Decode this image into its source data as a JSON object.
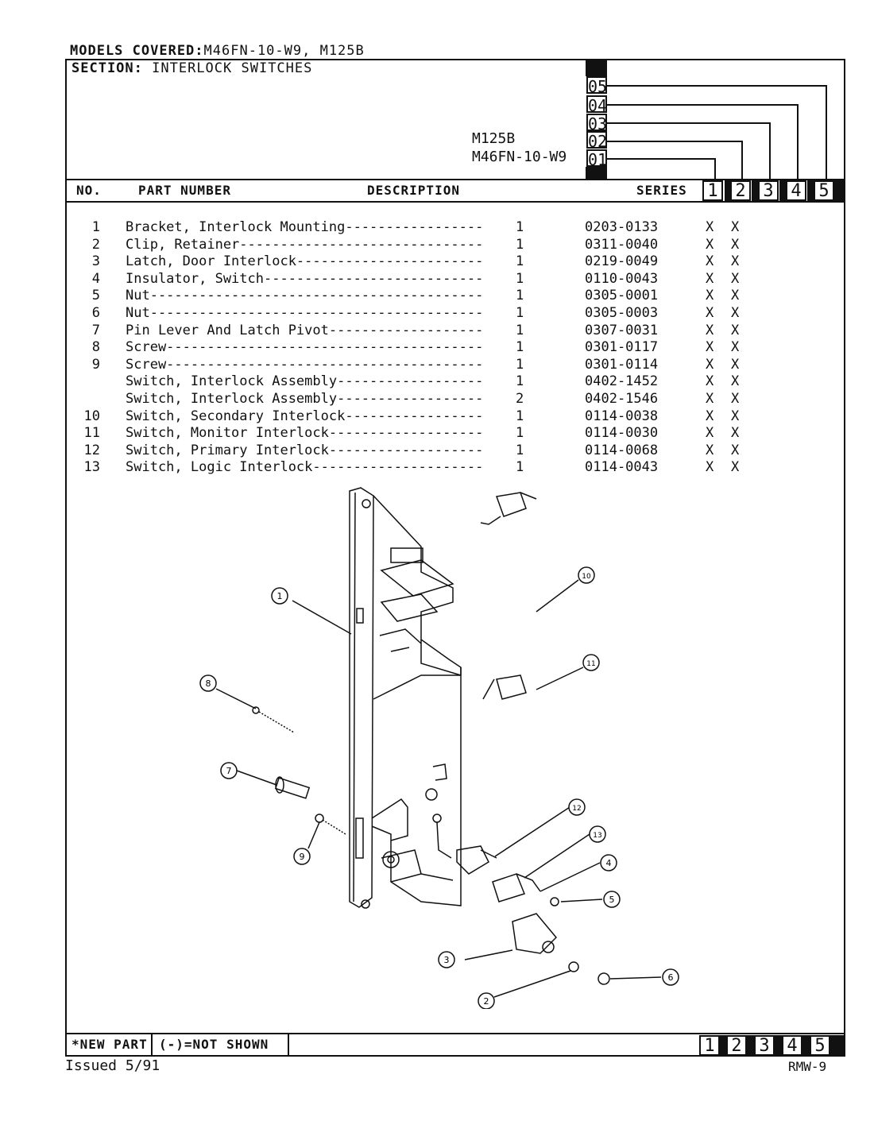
{
  "header": {
    "models_label": "MODELS COVERED:",
    "models_value": "M46FN-10-W9, M125B",
    "section_label": "SECTION:",
    "section_value": "INTERLOCK SWITCHES",
    "model_a": "M125B",
    "model_b": "M46FN-10-W9",
    "codes": [
      "05",
      "04",
      "03",
      "02",
      "01"
    ]
  },
  "columns": {
    "no": "NO.",
    "part_number": "PART NUMBER",
    "description": "DESCRIPTION",
    "series": "SERIES",
    "series_numbers": [
      "1",
      "2",
      "3",
      "4",
      "5"
    ]
  },
  "parts": [
    {
      "no": "1",
      "desc": "Bracket, Interlock Mounting-----------------",
      "qty": "1",
      "part": "0203-0133",
      "s1": "X",
      "s2": "X"
    },
    {
      "no": "2",
      "desc": "Clip, Retainer------------------------------",
      "qty": "1",
      "part": "0311-0040",
      "s1": "X",
      "s2": "X"
    },
    {
      "no": "3",
      "desc": "Latch, Door Interlock-----------------------",
      "qty": "1",
      "part": "0219-0049",
      "s1": "X",
      "s2": "X"
    },
    {
      "no": "4",
      "desc": "Insulator, Switch---------------------------",
      "qty": "1",
      "part": "0110-0043",
      "s1": "X",
      "s2": "X"
    },
    {
      "no": "5",
      "desc": "Nut-----------------------------------------",
      "qty": "1",
      "part": "0305-0001",
      "s1": "X",
      "s2": "X"
    },
    {
      "no": "6",
      "desc": "Nut-----------------------------------------",
      "qty": "1",
      "part": "0305-0003",
      "s1": "X",
      "s2": "X"
    },
    {
      "no": "7",
      "desc": "Pin Lever And Latch Pivot-------------------",
      "qty": "1",
      "part": "0307-0031",
      "s1": "X",
      "s2": "X"
    },
    {
      "no": "8",
      "desc": "Screw---------------------------------------",
      "qty": "1",
      "part": "0301-0117",
      "s1": "X",
      "s2": "X"
    },
    {
      "no": "9",
      "desc": "Screw---------------------------------------",
      "qty": "1",
      "part": "0301-0114",
      "s1": "X",
      "s2": "X"
    },
    {
      "no": "",
      "desc": "Switch, Interlock Assembly------------------",
      "qty": "1",
      "part": "0402-1452",
      "s1": "X",
      "s2": "X"
    },
    {
      "no": "",
      "desc": "Switch, Interlock Assembly------------------",
      "qty": "2",
      "part": "0402-1546",
      "s1": "X",
      "s2": "X"
    },
    {
      "no": "10",
      "desc": "Switch, Secondary Interlock-----------------",
      "qty": "1",
      "part": "0114-0038",
      "s1": "X",
      "s2": "X"
    },
    {
      "no": "11",
      "desc": "Switch, Monitor Interlock-------------------",
      "qty": "1",
      "part": "0114-0030",
      "s1": "X",
      "s2": "X"
    },
    {
      "no": "12",
      "desc": "Switch, Primary Interlock-------------------",
      "qty": "1",
      "part": "0114-0068",
      "s1": "X",
      "s2": "X"
    },
    {
      "no": "13",
      "desc": "Switch, Logic Interlock---------------------",
      "qty": "1",
      "part": "0114-0043",
      "s1": "X",
      "s2": "X"
    }
  ],
  "diagram_callouts": [
    "1",
    "2",
    "3",
    "4",
    "5",
    "6",
    "7",
    "8",
    "9",
    "10",
    "11",
    "12",
    "13"
  ],
  "footer": {
    "new_part": "*NEW PART",
    "not_shown": "(-)=NOT SHOWN",
    "issued": "Issued  5/91",
    "code": "RMW-9"
  }
}
